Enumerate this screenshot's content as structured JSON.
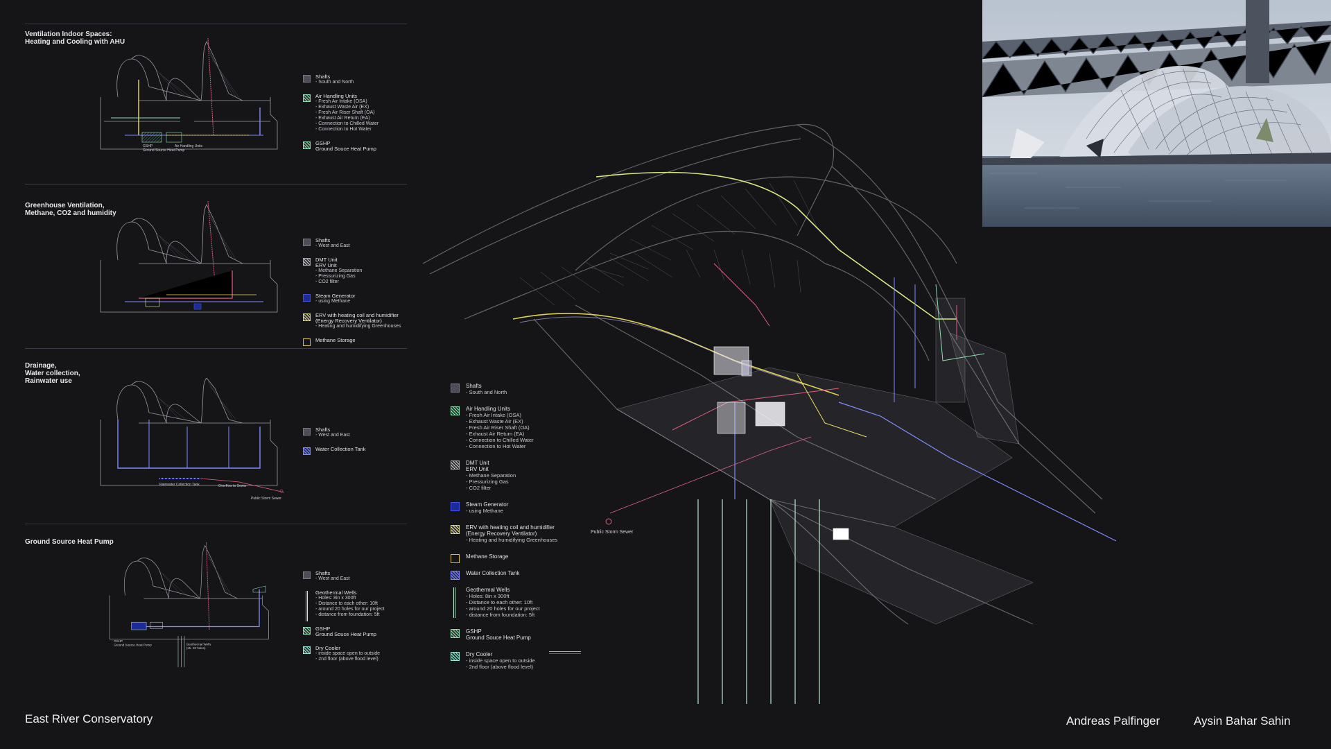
{
  "sections": [
    {
      "title": "Ventilation Indoor Spaces:\nHeating and Cooling with AHU",
      "diagram_labels": [
        "GSHP\nGround Source Heat Pump",
        "Air Handling Units"
      ],
      "legend": [
        {
          "swatch": "shaft",
          "title": "Shafts",
          "sub": "- South and North"
        },
        {
          "swatch": "ahu",
          "title": "Air Handling Units",
          "sub": "- Fresh Air Intake (OSA)\n- Exhaust Waste Air (EX)\n- Fresh Air Riser Shaft (OA)\n- Exhaust Air Return (EA)\n- Connection to Chilled Water\n- Connection to Hot Water"
        },
        {
          "swatch": "gshp",
          "title": "GSHP\nGround Souce Heat Pump",
          "sub": ""
        }
      ]
    },
    {
      "title": "Greenhouse Ventilation,\nMethane, CO2 and humidity",
      "diagram_labels": [],
      "legend": [
        {
          "swatch": "shaft",
          "title": "Shafts",
          "sub": "- West and East"
        },
        {
          "swatch": "dmt",
          "title": "DMT Unit\nERV Unit",
          "sub": "- Methane Separation\n- Pressurizing Gas\n- CO2 filter"
        },
        {
          "swatch": "steam",
          "title": "Steam Generator",
          "sub": "- using Methane"
        },
        {
          "swatch": "erv",
          "title": "ERV with heating coil and humidifier\n(Energy Recovery Ventilator)",
          "sub": "- Heating and humidifying Greenhouses"
        },
        {
          "swatch": "methane",
          "title": "Methane Storage",
          "sub": ""
        }
      ]
    },
    {
      "title": "Drainage,\nWater collection,\nRainwater use",
      "diagram_labels": [
        "Rainwater Collection Tank",
        "Overflow to Sewer",
        "Public Storm Sewer"
      ],
      "legend": [
        {
          "swatch": "shaft",
          "title": "Shafts",
          "sub": "- West and East"
        },
        {
          "swatch": "water",
          "title": "Water Collection Tank",
          "sub": ""
        }
      ]
    },
    {
      "title": "Ground Source Heat Pump",
      "diagram_labels": [
        "GSHP\nGround Source Heat Pump",
        "Geothermal Wells\n(15- 20 holes)"
      ],
      "legend": [
        {
          "swatch": "shaft",
          "title": "Shafts",
          "sub": "- West and East"
        },
        {
          "swatch": "wells",
          "title": "Geothermal Wells",
          "sub": "- Holes: 8in x 300ft\n- Distance to each other: 10ft\n- around 20 holes for our project\n- distance from foundation: 5ft"
        },
        {
          "swatch": "gshp",
          "title": "GSHP\nGround Souce Heat Pump",
          "sub": ""
        },
        {
          "swatch": "dry",
          "title": "Dry Cooler",
          "sub": "- inside space open to outside\n- 2nd floor (above flood level)"
        }
      ]
    }
  ],
  "main_legend": [
    {
      "swatch": "shaft",
      "title": "Shafts",
      "sub": "- South and North"
    },
    {
      "swatch": "ahu",
      "title": "Air Handling Units",
      "sub": "- Fresh Air Intake (OSA)\n- Exhaust Waste Air (EX)\n- Fresh Air Riser Shaft (OA)\n- Exhaust Air Return (EA)\n- Connection to Chilled Water\n- Connection to Hot Water"
    },
    {
      "swatch": "dmt",
      "title": "DMT Unit\nERV Unit",
      "sub": "- Methane Separation\n- Pressurizing Gas\n- CO2 filter"
    },
    {
      "swatch": "steam",
      "title": "Steam Generator",
      "sub": "- using Methane"
    },
    {
      "swatch": "erv",
      "title": "ERV with heating coil and humidifier\n(Energy Recovery Ventilator)",
      "sub": "- Heating and humidifying Greenhouses"
    },
    {
      "swatch": "methane",
      "title": "Methane Storage",
      "sub": ""
    },
    {
      "swatch": "water",
      "title": "Water Collection Tank",
      "sub": ""
    },
    {
      "swatch": "wells",
      "title": "Geothermal Wells",
      "sub": "- Holes: 8in x 300ft\n- Distance to each other: 10ft\n- around 20 holes for our project\n- distance from foundation: 5ft"
    },
    {
      "swatch": "gshp",
      "title": "GSHP\nGround Souce Heat Pump",
      "sub": ""
    },
    {
      "swatch": "dry",
      "title": "Dry Cooler",
      "sub": "- inside space open to outside\n- 2nd floor (above flood level)"
    }
  ],
  "axo": {
    "sewer_label": "Public Storm Sewer"
  },
  "footer": {
    "project": "East River Conservatory",
    "author_1": "Andreas Palfinger",
    "author_2": "Aysin Bahar Sahin"
  },
  "colors": {
    "background": "#151518",
    "ahu_green": "#8fe0b0",
    "steam_blue": "#3f52e0",
    "methane_yellow": "#e0c040",
    "water_blue": "#7f8cff",
    "exhaust_red": "#e06080"
  }
}
